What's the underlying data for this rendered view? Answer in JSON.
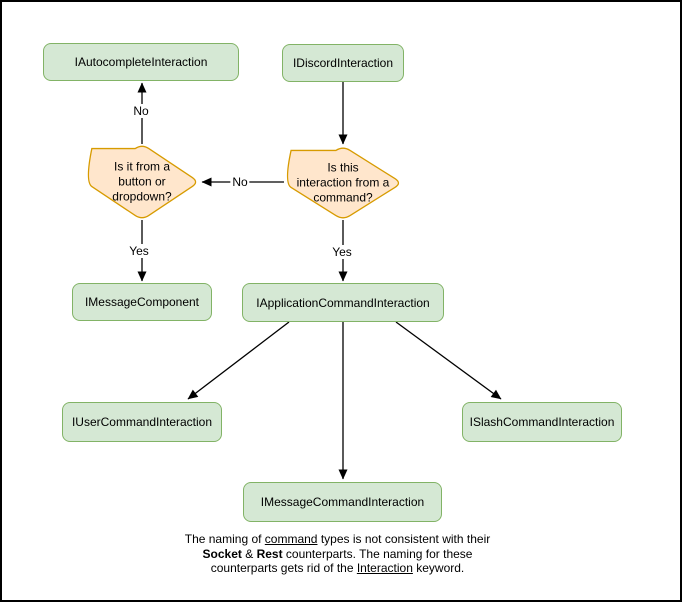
{
  "diagram": {
    "nodes": {
      "autocomplete": {
        "label": "IAutocompleteInteraction"
      },
      "discord": {
        "label": "IDiscordInteraction"
      },
      "message_component": {
        "label": "IMessageComponent"
      },
      "application_command": {
        "label": "IApplicationCommandInteraction"
      },
      "user_command": {
        "label": "IUserCommandInteraction"
      },
      "slash_command": {
        "label": "ISlashCommandInteraction"
      },
      "message_command": {
        "label": "IMessageCommandInteraction"
      }
    },
    "decisions": {
      "button_or_dropdown": {
        "lines": [
          "Is it from a",
          "button or",
          "dropdown?"
        ]
      },
      "from_command": {
        "lines": [
          "Is this",
          "interaction from a",
          "command?"
        ]
      }
    },
    "edge_labels": {
      "no_to_autocomplete": "No",
      "no_between_decisions": "No",
      "yes_to_message_component": "Yes",
      "yes_to_application_command": "Yes"
    },
    "colors": {
      "node_fill": "#d5e8d4",
      "node_border": "#82b366",
      "decision_fill": "#ffe6cc",
      "decision_border": "#d79b00",
      "arrow": "#000000"
    },
    "footnote": {
      "l1a": "The naming of ",
      "l1b": "command",
      "l1c": " types is not consistent with their",
      "l2a": "Socket",
      "l2b": " & ",
      "l2c": "Rest",
      "l2d": " counterparts. The naming for these",
      "l3a": "counterparts gets rid of the ",
      "l3b": "Interaction",
      "l3c": " keyword."
    }
  }
}
